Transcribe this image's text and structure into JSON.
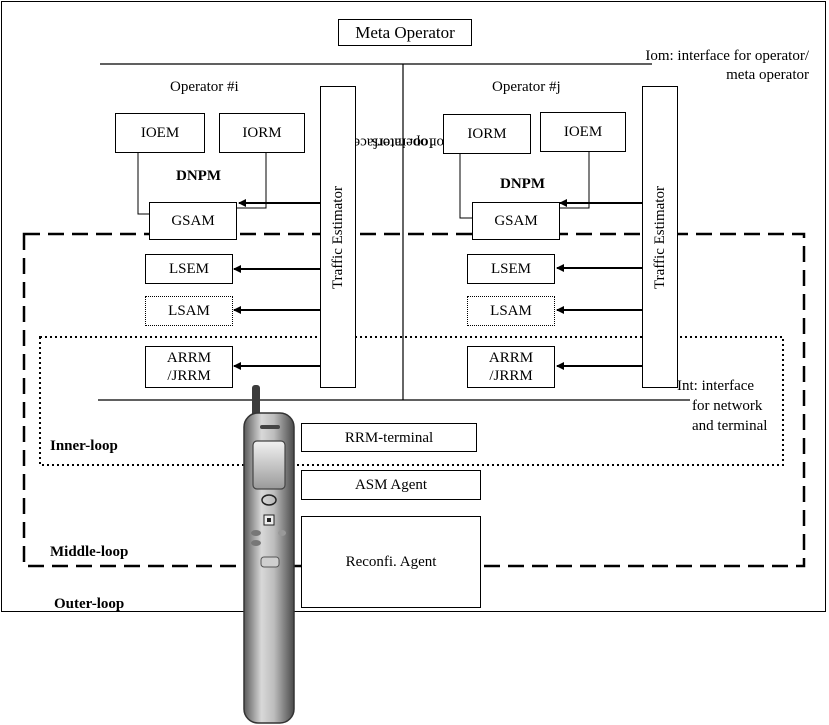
{
  "meta_operator": "Meta Operator",
  "interfaces": {
    "iom_line1": "Iom: interface for operator/",
    "iom_line2": "meta operator",
    "ioo_line1": "Ioo. interface",
    "ioo_line2": "for operators",
    "int_line1": "Int: interface",
    "int_line2": "for network",
    "int_line3": "and terminal"
  },
  "operator_i": {
    "title": "Operator #i",
    "ioem": "IOEM",
    "iorm": "IORM",
    "dnpm": "DNPM",
    "gsam": "GSAM",
    "lsem": "LSEM",
    "lsam": "LSAM",
    "arrm_line1": "ARRM",
    "arrm_line2": "/JRRM",
    "traffic_estimator": "Traffic Estimator"
  },
  "operator_j": {
    "title": "Operator #j",
    "iorm": "IORM",
    "ioem": "IOEM",
    "dnpm": "DNPM",
    "gsam": "GSAM",
    "lsem": "LSEM",
    "lsam": "LSAM",
    "arrm_line1": "ARRM",
    "arrm_line2": "/JRRM",
    "traffic_estimator": "Traffic Estimator"
  },
  "terminal": {
    "rrm_terminal": "RRM-terminal",
    "asm_agent": "ASM Agent",
    "reconfi_agent": "Reconfi. Agent"
  },
  "loops": {
    "inner": "Inner-loop",
    "middle": "Middle-loop",
    "outer": "Outer-loop"
  }
}
